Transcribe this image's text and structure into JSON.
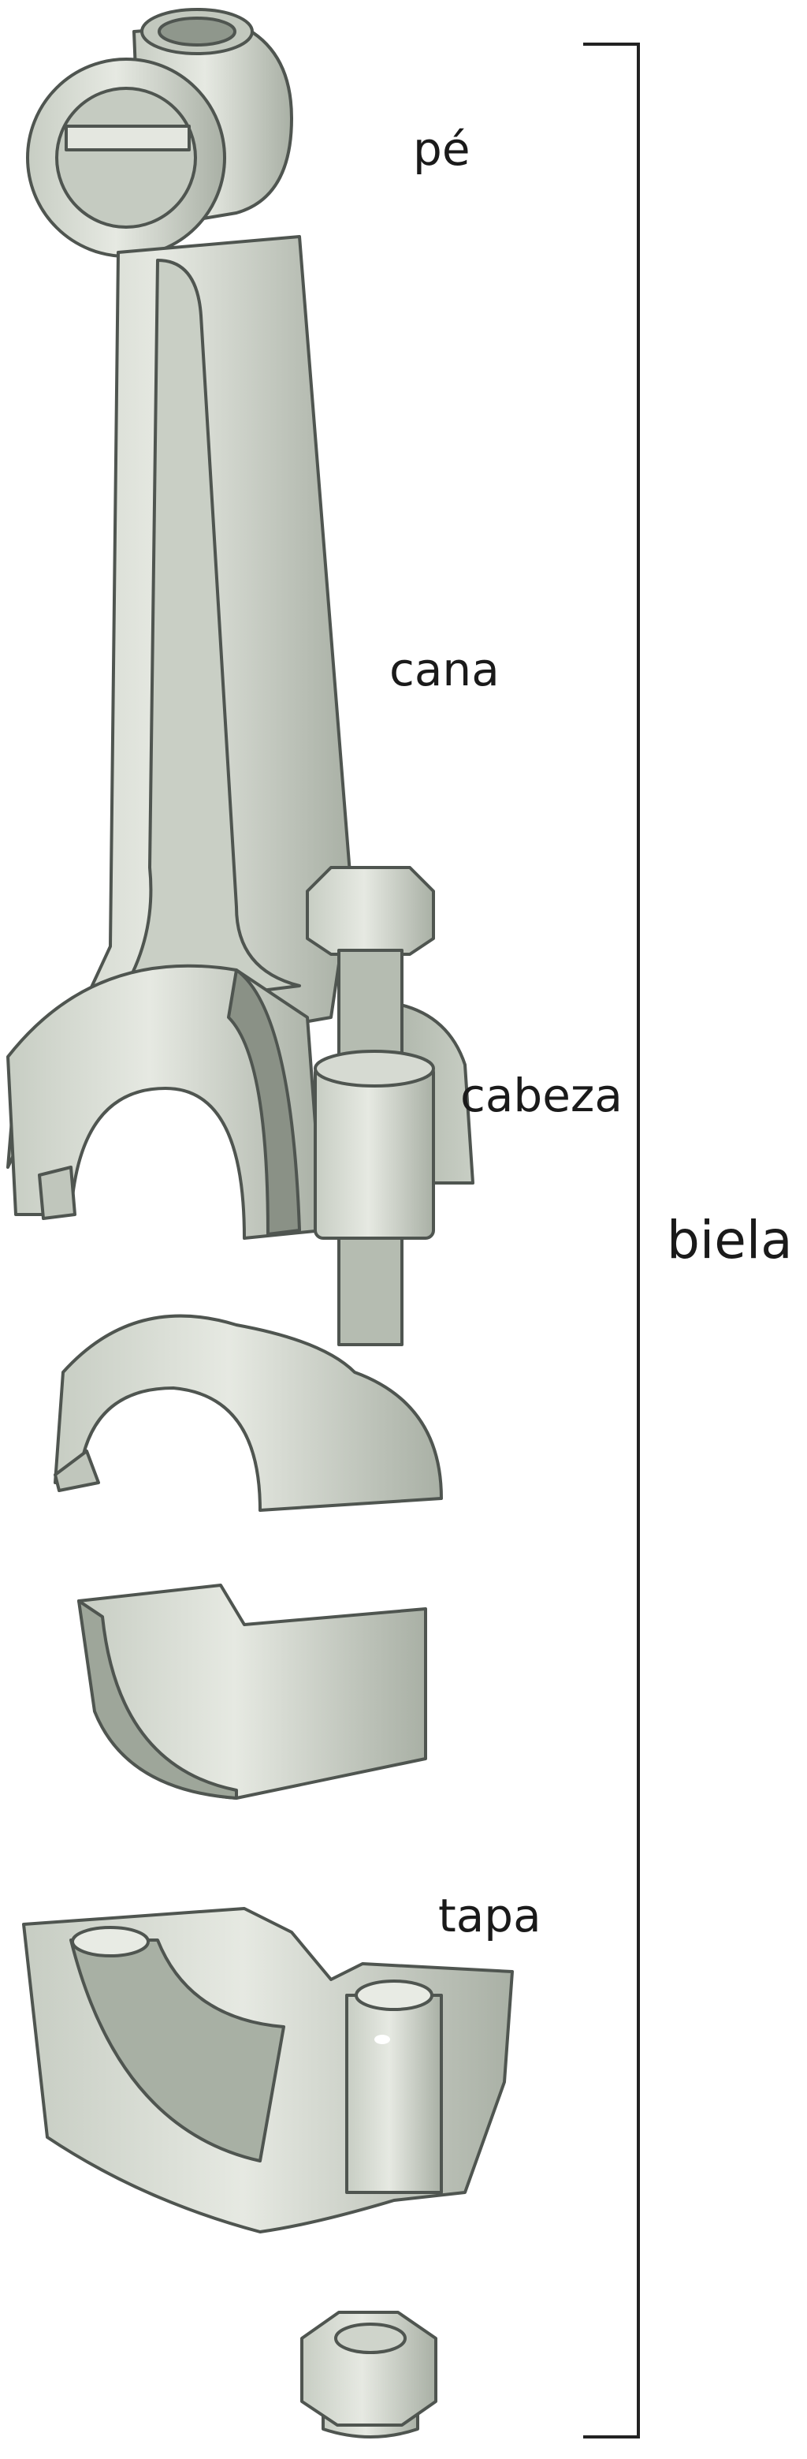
{
  "labels": {
    "foot": "pé",
    "shank": "cana",
    "head": "cabeza",
    "rod": "biela",
    "cap": "tapa"
  },
  "colors": {
    "metal_light": "#dfe3dc",
    "metal_mid": "#b9c0b5",
    "metal_dark": "#8e968b",
    "outline": "#4f5550",
    "bracket": "#222222"
  }
}
